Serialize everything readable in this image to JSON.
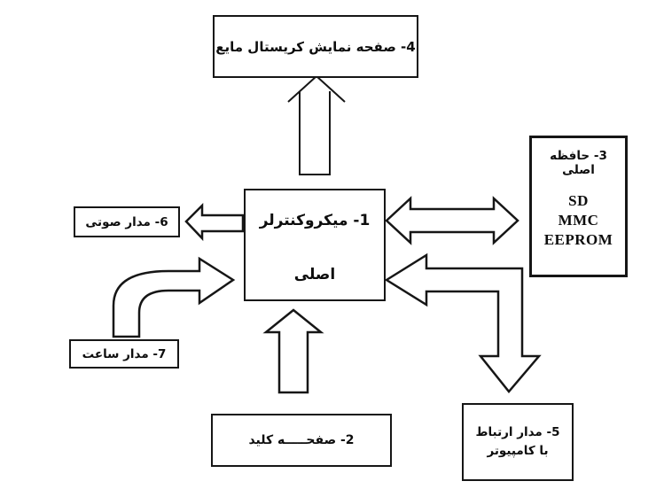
{
  "diagram": {
    "background_color": "#ffffff",
    "line_color": "#161616",
    "boxes": {
      "lcd": {
        "label": "4- صفحه نمایش کریستال مایع"
      },
      "mcu": {
        "lines": [
          "1- میکروکنترلر",
          "اصلی"
        ]
      },
      "memory": {
        "lines": [
          "3- حافظه",
          "اصلی",
          "SD",
          "MMC",
          "EEPROM"
        ]
      },
      "audio": {
        "label": "6- مدار صوتی"
      },
      "clock": {
        "label": "7- مدار ساعت"
      },
      "keypad": {
        "label": "2- صفحـــــه کلید"
      },
      "computer": {
        "lines": [
          "5- مدار ارتباط",
          "با کامپیوتر"
        ]
      }
    },
    "connections": [
      {
        "from": "1- میکروکنترلر اصلی",
        "to": "4- صفحه نمایش کریستال مایع",
        "type": "one-way-up"
      },
      {
        "from": "1- میکروکنترلر اصلی",
        "to": "6- مدار صوتی",
        "type": "one-way-left"
      },
      {
        "from": "7- مدار ساعت",
        "to": "1- میکروکنترلر اصلی",
        "type": "one-way-curved"
      },
      {
        "from": "1- میکروکنترلر اصلی",
        "to": "3- حافظه اصلی",
        "type": "two-way-horizontal"
      },
      {
        "from": "1- میکروکنترلر اصلی",
        "to": "5- مدار ارتباط با کامپیوتر",
        "type": "two-way-bent"
      },
      {
        "from": "2- صفحه کلید",
        "to": "1- میکروکنترلر اصلی",
        "type": "one-way-up"
      }
    ]
  }
}
